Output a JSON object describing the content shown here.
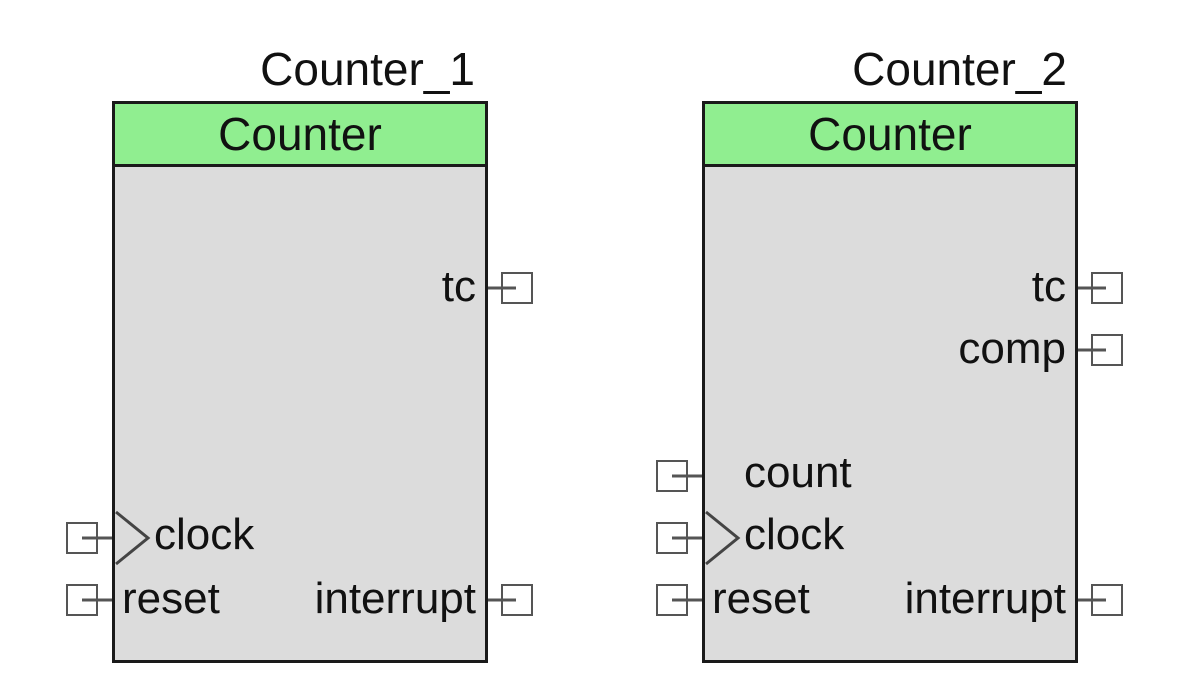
{
  "components": [
    {
      "instance_name": "Counter_1",
      "type_label": "Counter",
      "outputs": [
        "tc",
        "interrupt"
      ],
      "inputs": [
        "clock",
        "reset"
      ]
    },
    {
      "instance_name": "Counter_2",
      "type_label": "Counter",
      "outputs": [
        "tc",
        "comp",
        "interrupt"
      ],
      "inputs": [
        "count",
        "clock",
        "reset"
      ]
    }
  ],
  "colors": {
    "header": "#90ee90",
    "body": "#dcdcdc",
    "border": "#1a1a1a"
  }
}
